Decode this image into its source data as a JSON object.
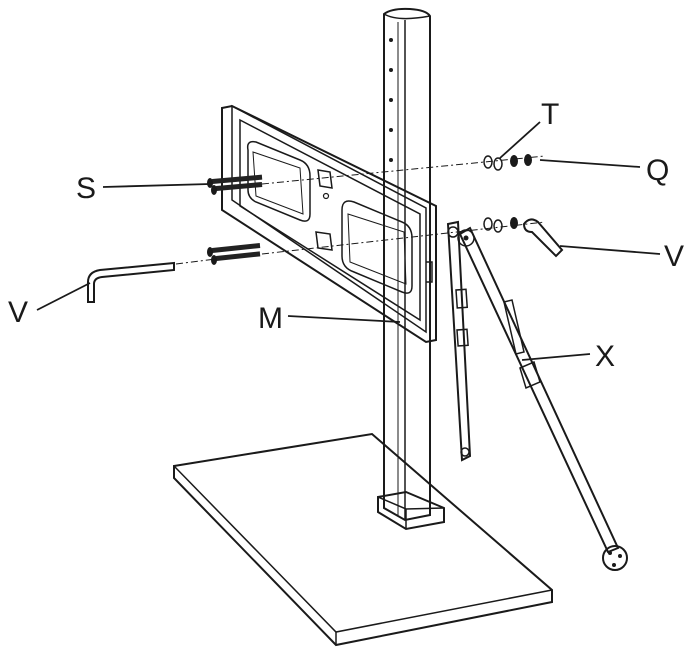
{
  "labels": {
    "screws": "S",
    "washer": "T",
    "nut": "Q",
    "wrench_right": "V",
    "wrench_left": "V",
    "plate": "M",
    "arms": "X"
  },
  "colors": {
    "line": "#1a1a1a",
    "screw_fill": "#222222",
    "background": "#ffffff"
  }
}
